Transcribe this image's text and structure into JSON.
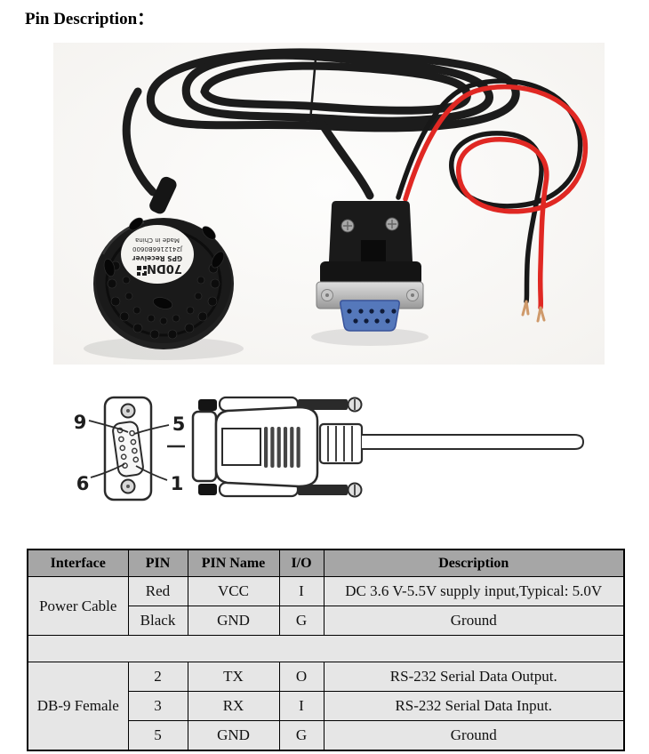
{
  "title": "Pin Description：",
  "photo": {
    "device_label": {
      "model": "70DN",
      "product": "GPS Receiver",
      "serial": "J2412166B0600",
      "origin": "Made in China"
    }
  },
  "diagram": {
    "pin_top_left": "9",
    "pin_top_right": "5",
    "pin_bottom_left": "6",
    "pin_bottom_right": "1"
  },
  "table": {
    "headers": [
      "Interface",
      "PIN",
      "PIN Name",
      "I/O",
      "Description"
    ],
    "groups": [
      {
        "interface": "Power Cable",
        "rows": [
          {
            "pin": "Red",
            "pin_name": "VCC",
            "io": "I",
            "description": "DC 3.6 V-5.5V supply input,Typical: 5.0V"
          },
          {
            "pin": "Black",
            "pin_name": "GND",
            "io": "G",
            "description": "Ground"
          }
        ]
      },
      {
        "interface": "DB-9 Female",
        "rows": [
          {
            "pin": "2",
            "pin_name": "TX",
            "io": "O",
            "description": "RS-232 Serial Data Output."
          },
          {
            "pin": "3",
            "pin_name": "RX",
            "io": "I",
            "description": "RS-232 Serial Data Input."
          },
          {
            "pin": "5",
            "pin_name": "GND",
            "io": "G",
            "description": "Ground"
          }
        ]
      }
    ]
  },
  "colors": {
    "table_header_bg": "#a6a6a6",
    "table_row_bg": "#e6e6e6",
    "wire_red": "#e02823",
    "cable_black": "#1c1c1c",
    "connector_blue": "#5578bb"
  }
}
